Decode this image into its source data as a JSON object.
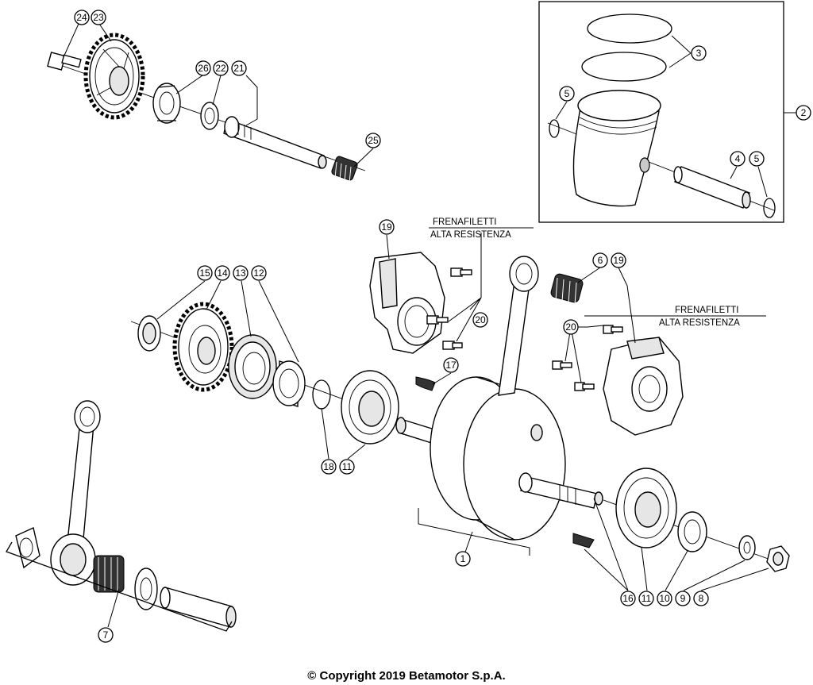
{
  "copyright": "© Copyright 2019 Betamotor S.p.A.",
  "notes": [
    {
      "line1": "FRENAFILETTI",
      "line2": "ALTA RESISTENZA"
    },
    {
      "line1": "FRENAFILETTI",
      "line2": "ALTA RESISTENZA"
    }
  ],
  "callouts": {
    "c24": "24",
    "c23": "23",
    "c26": "26",
    "c22": "22",
    "c21": "21",
    "c25": "25",
    "c3": "3",
    "c2": "2",
    "c5a": "5",
    "c4": "4",
    "c5b": "5",
    "c19a": "19",
    "c20a": "20",
    "c17": "17",
    "c6": "6",
    "c19b": "19",
    "c20b": "20",
    "c15": "15",
    "c14": "14",
    "c13": "13",
    "c12": "12",
    "c18": "18",
    "c11a": "11",
    "c7": "7",
    "c1": "1",
    "c16": "16",
    "c11b": "11",
    "c10": "10",
    "c9": "9",
    "c8": "8"
  }
}
